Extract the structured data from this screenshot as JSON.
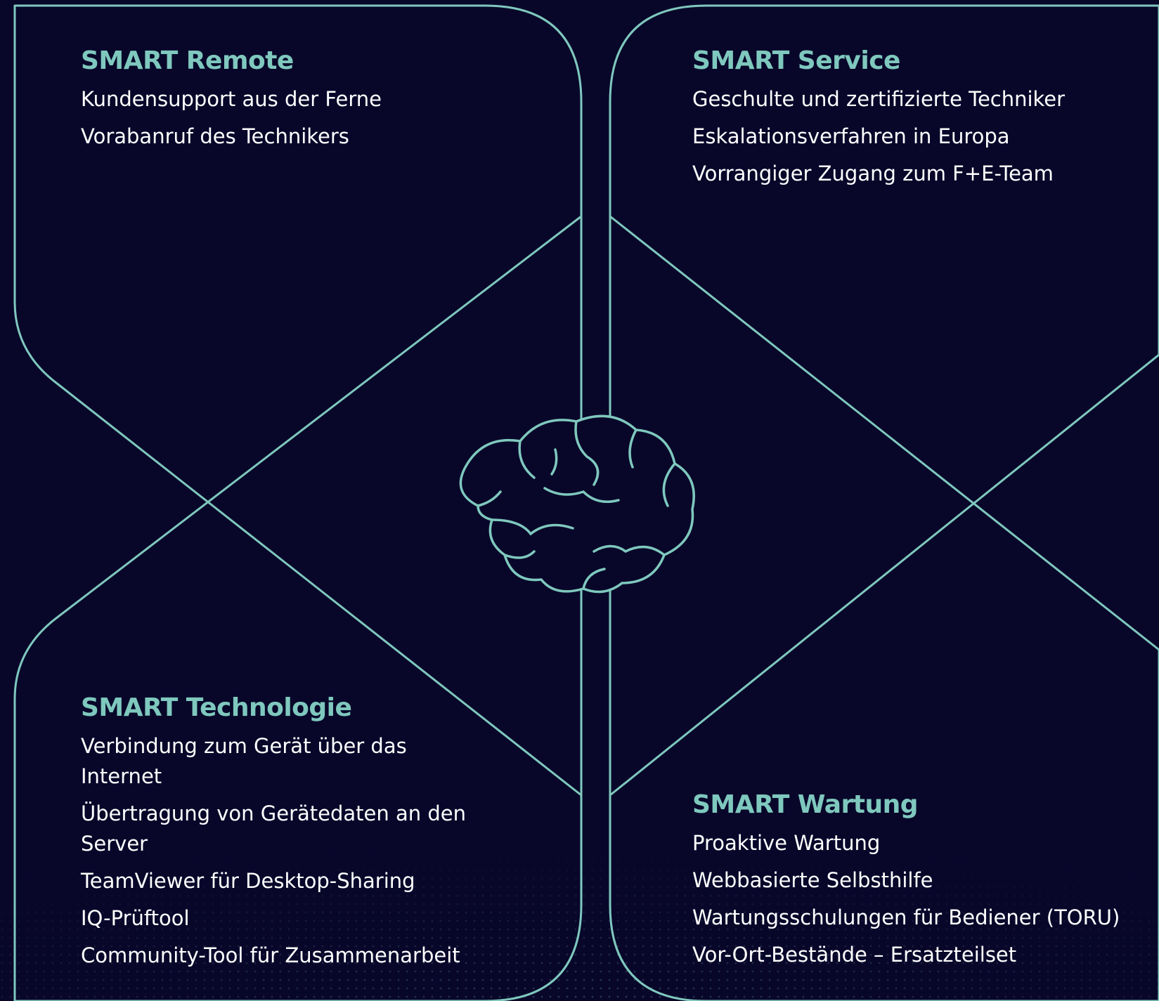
{
  "colors": {
    "background": "#08072a",
    "accent": "#7fc8be",
    "text": "#ffffff"
  },
  "center_icon": "brain-icon",
  "quadrants": {
    "remote": {
      "title": "SMART Remote",
      "items": [
        "Kundensupport aus der Ferne",
        "Vorabanruf des Technikers"
      ]
    },
    "service": {
      "title": "SMART Service",
      "items": [
        "Geschulte und zertifizierte Techniker",
        "Eskalationsverfahren in Europa",
        "Vorrangiger Zugang zum F+E-Team"
      ]
    },
    "technologie": {
      "title": "SMART Technologie",
      "items": [
        "Verbindung zum Gerät über das Internet",
        "Übertragung von Gerätedaten an den Server",
        "TeamViewer für Desktop-Sharing",
        "IQ-Prüftool",
        "Community-Tool für Zusammenarbeit"
      ]
    },
    "wartung": {
      "title": "SMART Wartung",
      "items": [
        "Proaktive Wartung",
        "Webbasierte Selbsthilfe",
        "Wartungsschulungen für Bediener (TORU)",
        "Vor-Ort-Bestände – Ersatzteilset"
      ]
    }
  }
}
